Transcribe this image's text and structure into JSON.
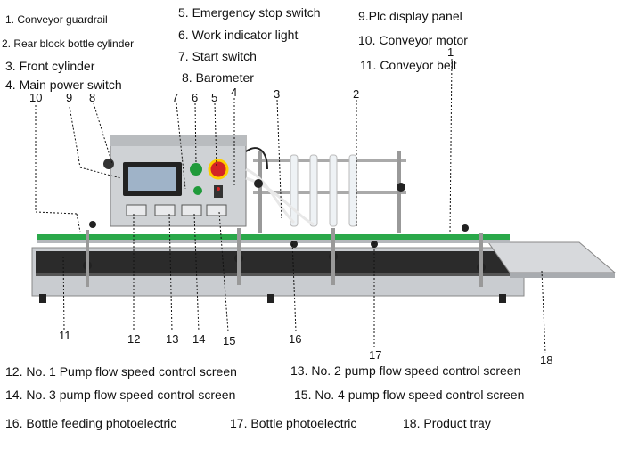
{
  "labels": {
    "l1": "1. Conveyor guardrail",
    "l2": "2. Rear block bottle cylinder",
    "l3": "3. Front cylinder",
    "l4": "4. Main power switch",
    "l5": "5. Emergency stop switch",
    "l6": "6. Work indicator light",
    "l7": "7. Start switch",
    "l8": "8. Barometer",
    "l9": "9.Plc display panel",
    "l10": "10. Conveyor motor",
    "l11": "11. Conveyor belt",
    "l12": "12. No. 1 Pump flow speed control screen",
    "l13": "13. No. 2 pump flow speed control screen",
    "l14": "14. No. 3 pump flow speed control screen",
    "l15": "15. No. 4 pump flow speed control screen",
    "l16": "16. Bottle feeding photoelectric",
    "l17": "17. Bottle photoelectric",
    "l18": "18. Product tray"
  },
  "callouts": {
    "n1": "1",
    "n2": "2",
    "n3": "3",
    "n4": "4",
    "n5": "5",
    "n6": "6",
    "n7": "7",
    "n8": "8",
    "n9": "9",
    "n10": "10",
    "n11": "11",
    "n12": "12",
    "n13": "13",
    "n14": "14",
    "n15": "15",
    "n16": "16",
    "n17": "17",
    "n18": "18"
  },
  "colors": {
    "guardrail": "#2aa84a",
    "steel": "#c9ccd0",
    "belt": "#2b2b2b",
    "button_green": "#1f9a3a",
    "button_red": "#d42424"
  }
}
